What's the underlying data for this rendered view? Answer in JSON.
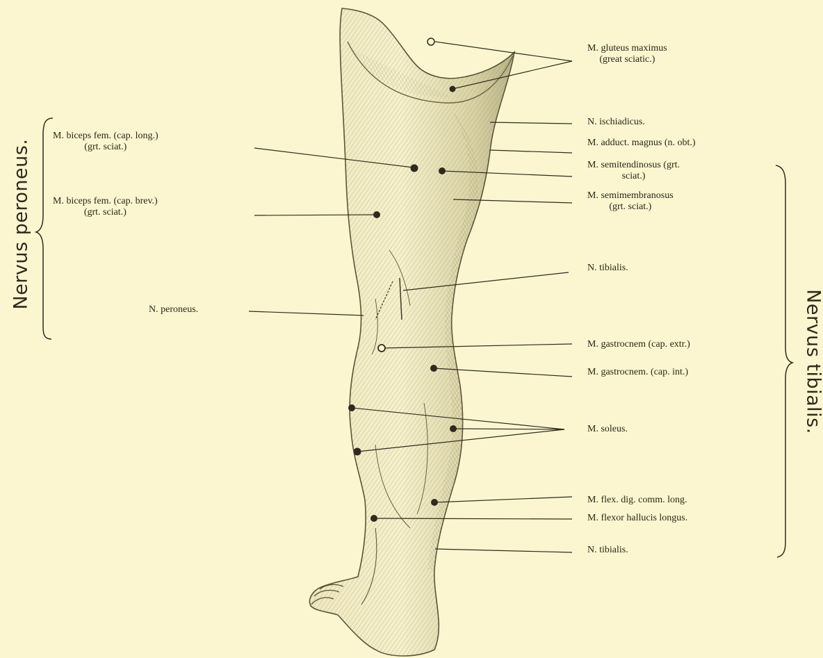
{
  "groups": {
    "peroneus": "Nervus peroneus.",
    "tibialis": "Nervus tibialis."
  },
  "labels_left": {
    "biceps_long_1": "M. biceps fem. (cap. long.)",
    "biceps_long_2": "(grt. sciat.)",
    "biceps_brev_1": "M. biceps fem. (cap. brev.)",
    "biceps_brev_2": "(grt. sciat.)",
    "n_peroneus": "N. peroneus."
  },
  "labels_right": {
    "gluteus_1": "M. gluteus maximus",
    "gluteus_2": "(great sciatic.)",
    "ischiadicus": "N. ischiadicus.",
    "adductor": "M. adduct. magnus (n. obt.)",
    "semitend_1": "M. semitendinosus (grt.",
    "semitend_2": "sciat.)",
    "semimemb_1": "M. semimembranosus",
    "semimemb_2": "(grt. sciat.)",
    "tibialis_upper": "N. tibialis.",
    "gastro_ext": "M. gastrocnem (cap. extr.)",
    "gastro_int": "M. gastrocnem. (cap. int.)",
    "soleus": "M. soleus.",
    "flex_dig": "M. flex. dig. comm. long.",
    "flex_hall": "M. flexor hallucis longus.",
    "tibialis_lower": "N. tibialis."
  },
  "colors": {
    "paper": "#fbf6cf",
    "ink": "#2a2418",
    "leg_shade": "#c9c39a"
  }
}
